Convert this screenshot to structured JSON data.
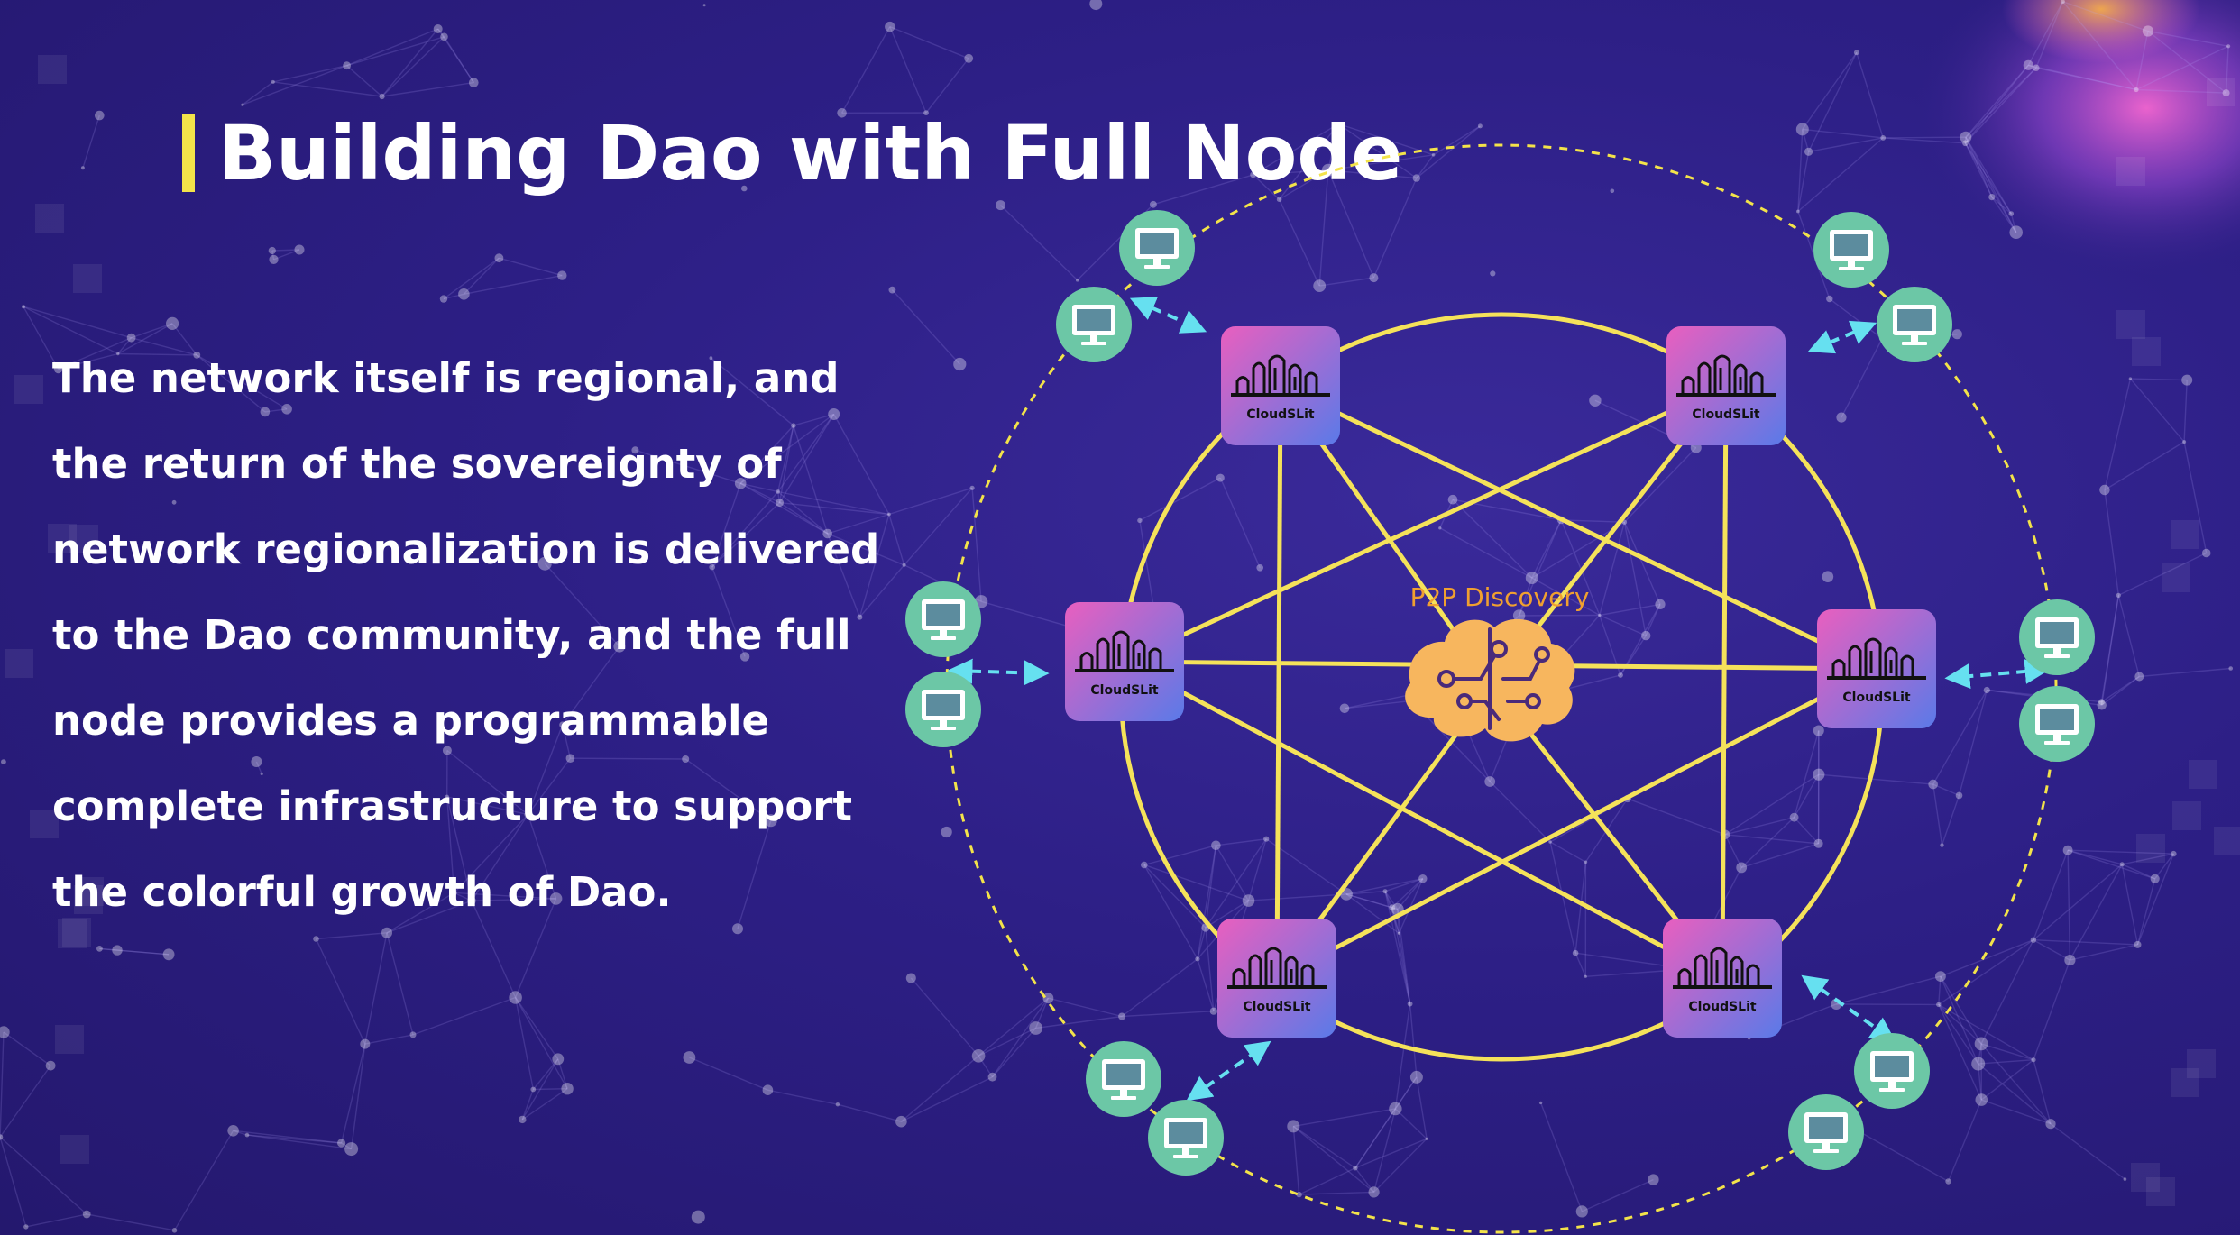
{
  "slide": {
    "title": "Building Dao with Full Node",
    "description": "The network itself is regional, and the return of the sovereignty of network regionalization is delivered to the Dao community, and the full node provides a programmable complete infrastructure to support the colorful growth of Dao."
  },
  "diagram": {
    "center_label": "P2P Discovery",
    "hub_icon": "brain-circuit-icon",
    "node_icon": "server-city-icon",
    "client_icon": "computer-monitor-icon",
    "nodes": [
      {
        "label": "CloudSLit"
      },
      {
        "label": "CloudSLit"
      },
      {
        "label": "CloudSLit"
      },
      {
        "label": "CloudSLit"
      },
      {
        "label": "CloudSLit"
      },
      {
        "label": "CloudSLit"
      }
    ],
    "colors": {
      "background": "#2d1f86",
      "accent": "#f3e34a",
      "lines": "#f5e25a",
      "arrows": "#66e0f0",
      "client_circle": "#6cc7a6",
      "node_gradient_top": "#e95fbf",
      "node_gradient_bottom": "#5a7ae8",
      "hub": "#f7b65e",
      "center_label": "#f0a030"
    }
  }
}
